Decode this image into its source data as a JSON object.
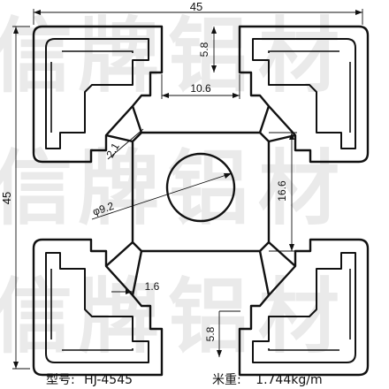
{
  "watermark": {
    "chars": [
      "信",
      "牌",
      "铝",
      "材"
    ]
  },
  "dimensions": {
    "overall_width": "45",
    "overall_height": "45",
    "slot_depth_top": "5.8",
    "slot_width": "10.6",
    "chamfer": "2.1",
    "center_bore": "φ9.2",
    "core_height": "16.6",
    "wall_thickness": "1.6",
    "slot_depth_bottom": "5.8"
  },
  "caption": {
    "model_label": "型号:",
    "model_value": "HJ-4545",
    "weight_label": "米重:",
    "weight_value": "1.744kg/m"
  }
}
